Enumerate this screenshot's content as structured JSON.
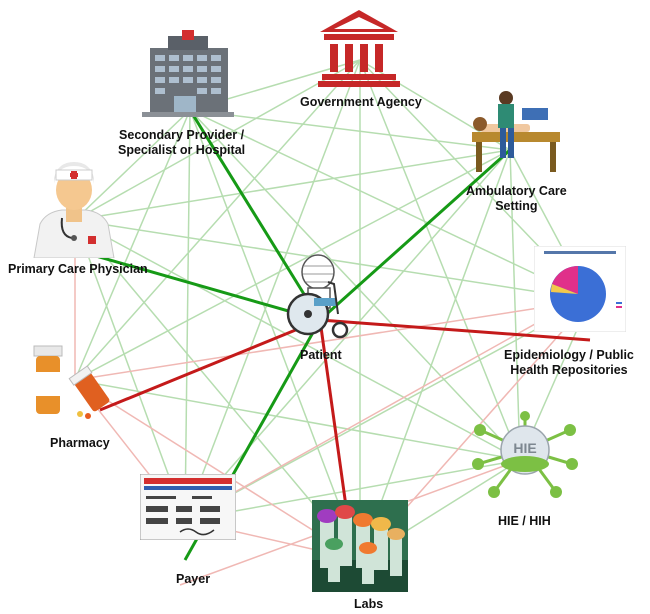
{
  "nodes": {
    "government": {
      "label": "Government Agency"
    },
    "secondary": {
      "label_line1": "Secondary Provider /",
      "label_line2": "Specialist or Hospital"
    },
    "ambulatory": {
      "label_line1": "Ambulatory Care",
      "label_line2": "Setting"
    },
    "primary": {
      "label": "Primary Care Physician"
    },
    "patient": {
      "label": "Patient"
    },
    "epidemiology": {
      "label_line1": "Epidemiology / Public",
      "label_line2": "Health Repositories"
    },
    "pharmacy": {
      "label": "Pharmacy"
    },
    "hie": {
      "label": "HIE / HIH",
      "icon_text": "HIE"
    },
    "payer": {
      "label": "Payer"
    },
    "labs": {
      "label": "Labs"
    }
  },
  "colors": {
    "strong_green": "#169a16",
    "strong_red": "#c41a1a",
    "light_green": "#b6ddb0",
    "light_red": "#f0b8b4"
  }
}
